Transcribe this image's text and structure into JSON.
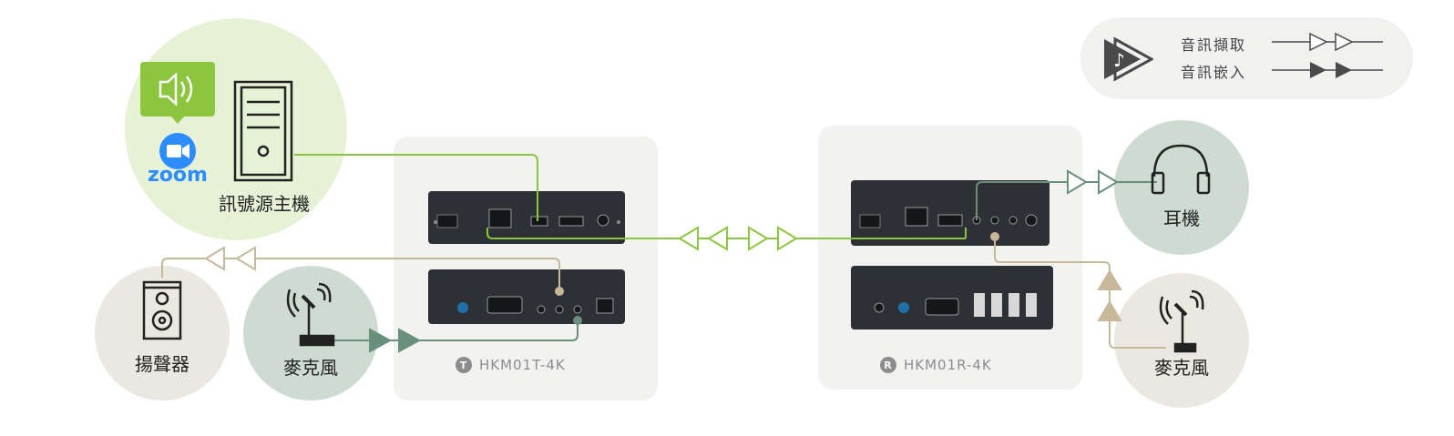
{
  "legend": {
    "extract_label": "音訊擷取",
    "embed_label": "音訊嵌入"
  },
  "source": {
    "label": "訊號源主機",
    "app_name": "zoom"
  },
  "speaker": {
    "label": "揚聲器"
  },
  "mic_left": {
    "label": "麥克風"
  },
  "headphones": {
    "label": "耳機"
  },
  "mic_right": {
    "label": "麥克風"
  },
  "transmitter": {
    "badge": "T",
    "model": "HKM01T-4K"
  },
  "receiver": {
    "badge": "R",
    "model": "HKM01R-4K"
  },
  "colors": {
    "green_line": "#8cc63f",
    "tan_line": "#c8b89a",
    "dark_green_line": "#6a8f7a",
    "source_circle": "#e6f2d6",
    "speaker_circle": "#ebe8e1",
    "mic_circle": "#cddbd3",
    "zoom_blue": "#2d8cff"
  }
}
